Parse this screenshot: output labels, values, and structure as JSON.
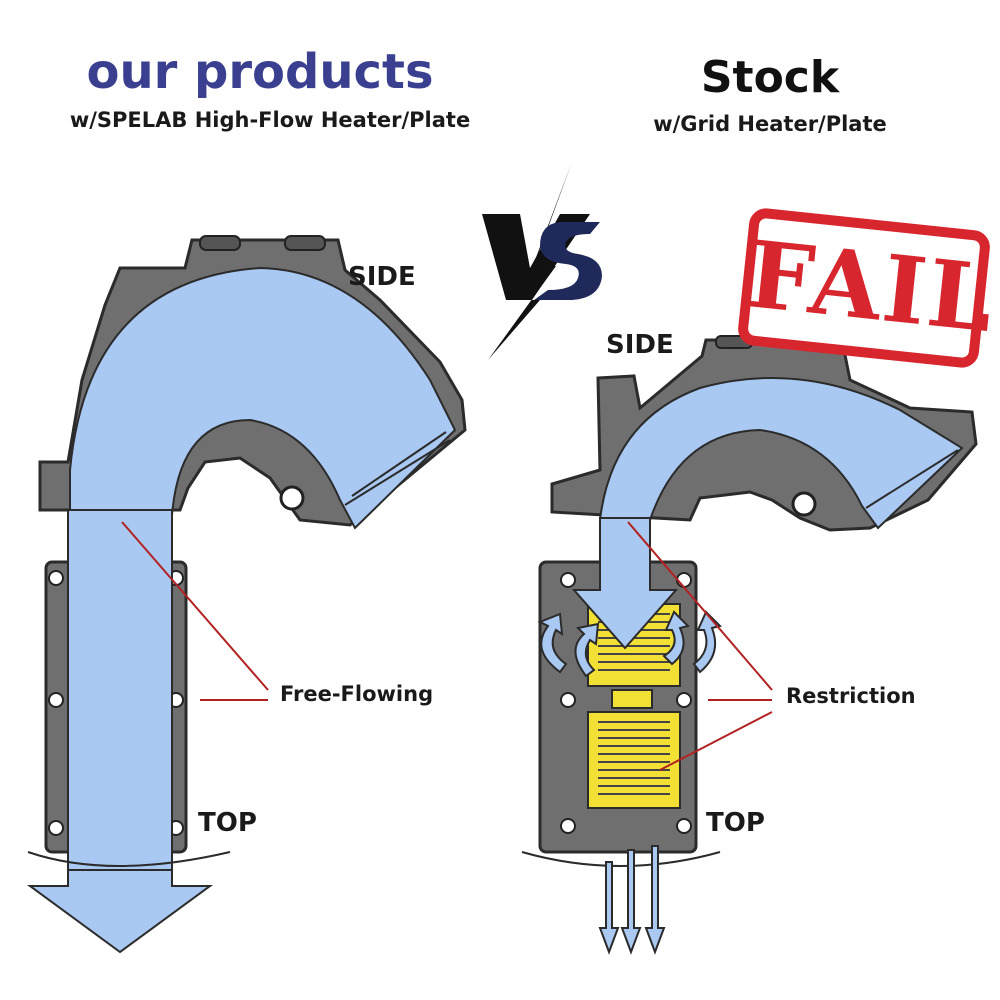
{
  "left_panel": {
    "title": "our products",
    "subtitle": "w/SPELAB High-Flow Heater/Plate",
    "side_label": "SIDE",
    "top_label": "TOP",
    "callout": "Free-Flowing"
  },
  "right_panel": {
    "title": "Stock",
    "subtitle": "w/Grid Heater/Plate",
    "side_label": "SIDE",
    "top_label": "TOP",
    "callout": "Restriction",
    "stamp": "FAIL"
  },
  "colors": {
    "title_blue": "#3a3f8f",
    "flow_blue": "#a9c8f2",
    "casting_gray": "#6f6f6f",
    "heater_yellow": "#f2e034",
    "leader_red": "#b22222",
    "stamp_red": "#d8262f",
    "vs_navy": "#1f2a5a"
  },
  "icons": [
    "vs-logo-icon",
    "lightning-bolt-icon",
    "flow-arrow-icon",
    "turbulence-arrow-icon"
  ]
}
